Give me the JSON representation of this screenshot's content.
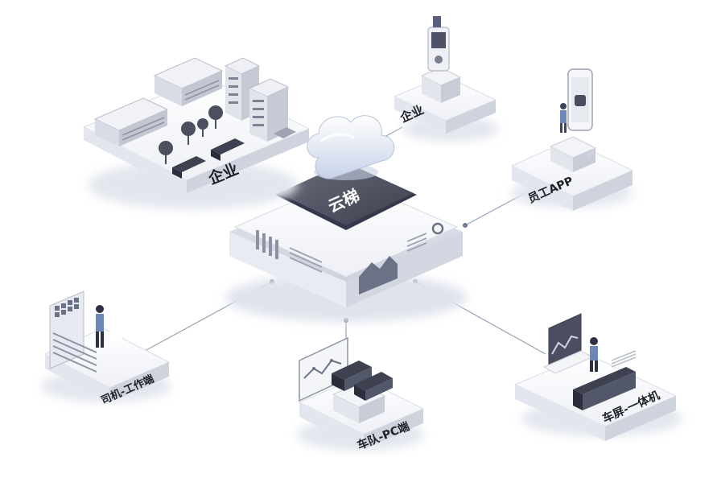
{
  "hub": {
    "label": "云梯"
  },
  "nodes": {
    "enterprise_campus": {
      "label": "企业"
    },
    "enterprise": {
      "label": "企业"
    },
    "employee_app": {
      "label": "员工APP"
    },
    "driver_terminal": {
      "label": "司机-工作端"
    },
    "fleet_pc": {
      "label": "车队-PC端"
    },
    "vehicle_screen": {
      "label": "车屏-一体机"
    }
  },
  "colors": {
    "platform_top": "#f6f7fb",
    "platform_side": "#dfe2ea",
    "hub_panel": "#4a4d5c",
    "accent": "#2c3e66",
    "line": "#9aa3b5"
  }
}
